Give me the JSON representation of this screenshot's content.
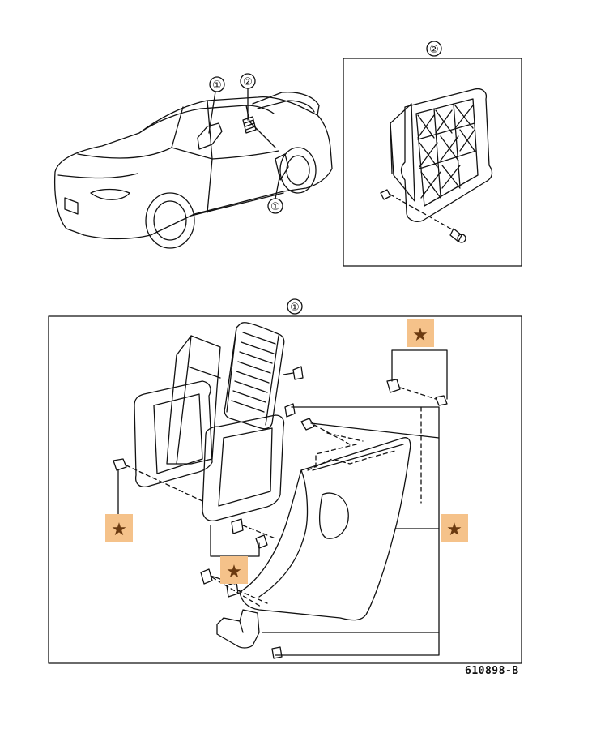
{
  "diagram": {
    "callouts": {
      "part_1": "①",
      "part_2": "②"
    },
    "star_symbol": "★",
    "star_box_color": "#f5c28a",
    "star_color": "#6b3a10",
    "line_color": "#111111",
    "document_code": "610898-B"
  }
}
